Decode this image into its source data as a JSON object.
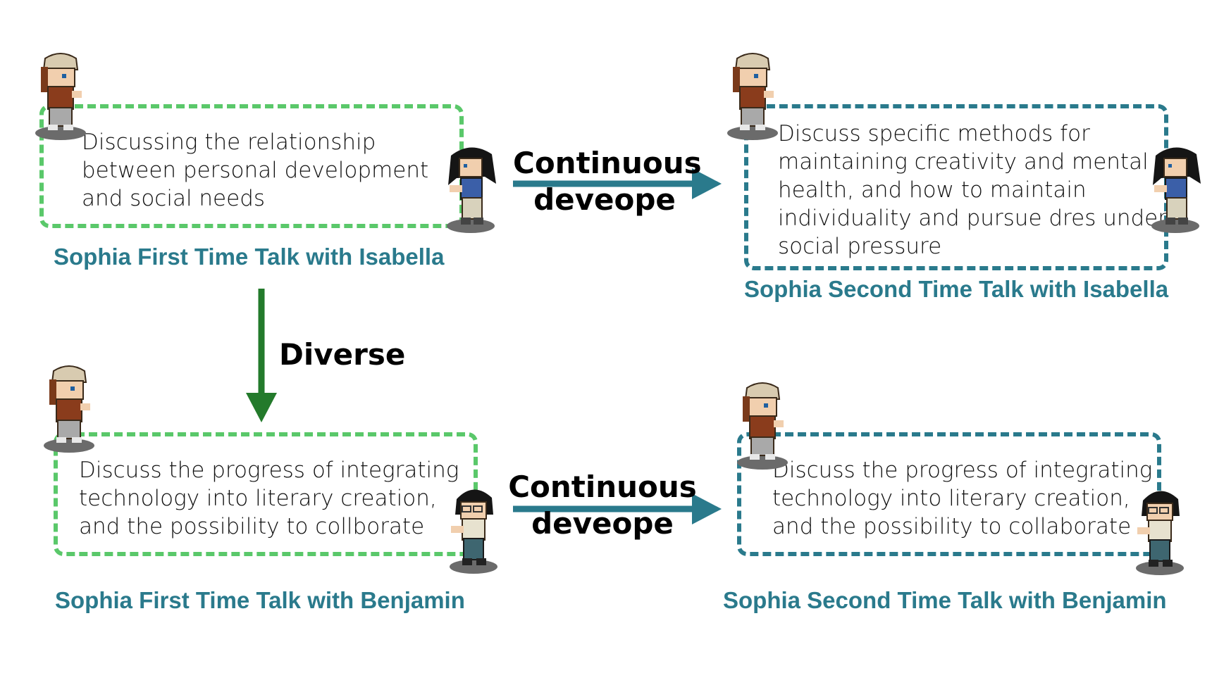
{
  "panels": {
    "first_isabella": {
      "text": [
        "Discussing the relationship",
        "between personal development",
        "and social needs"
      ],
      "caption": "Sophia First Time Talk with Isabella"
    },
    "second_isabella": {
      "text": [
        "Discuss specific methods for",
        "maintaining creativity and mental",
        "health, and how to maintain",
        "individuality and pursue dres under",
        "social pressure"
      ],
      "caption": "Sophia Second Time Talk with Isabella"
    },
    "first_benjamin": {
      "text": [
        "Discuss the progress of integrating",
        "technology into literary creation,",
        "and the possibility to collborate"
      ],
      "caption": "Sophia First Time Talk with Benjamin"
    },
    "second_benjamin": {
      "text": [
        "Discuss the progress of integrating",
        "technology into literary creation,",
        "and the possibility to collaborate"
      ],
      "caption": "Sophia Second Time Talk with Benjamin"
    }
  },
  "arrows": {
    "top": [
      "Continuous",
      "deveope"
    ],
    "bottom": [
      "Continuous",
      "deveope"
    ],
    "down": "Diverse"
  },
  "colors": {
    "green_border": "#5ac86a",
    "teal_border": "#2a7a8c",
    "caption": "#2a7a8c",
    "teal_arrow": "#2a7a8c",
    "green_arrow": "#237a2b"
  },
  "characters": {
    "sophia": "pixel-character-sophia",
    "isabella": "pixel-character-isabella",
    "benjamin": "pixel-character-benjamin"
  }
}
